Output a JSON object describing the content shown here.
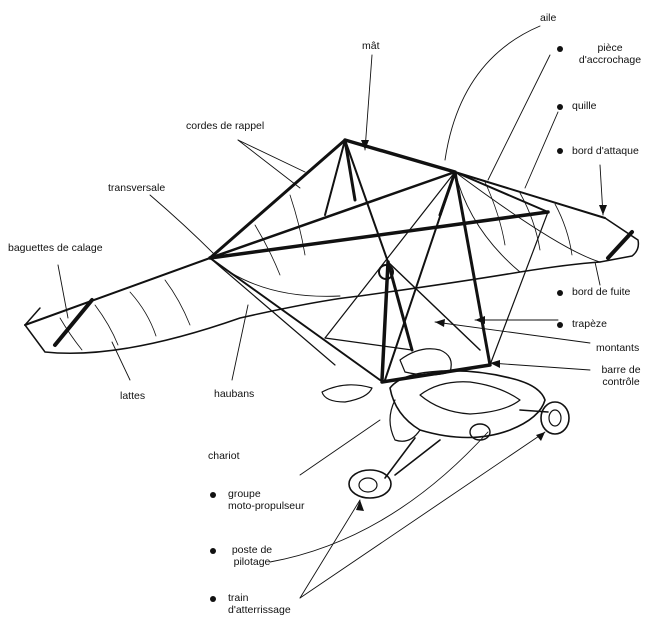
{
  "labels": {
    "aile": "aile",
    "mat": "mât",
    "piece_line1": "pièce",
    "piece_line2": "d'accrochage",
    "quille": "quille",
    "cordes": "cordes de rappel",
    "bord_attaque": "bord d'attaque",
    "transversale": "transversale",
    "baguettes": "baguettes de calage",
    "bord_fuite": "bord de fuite",
    "trapeze": "trapèze",
    "montants": "montants",
    "barre_line1": "barre de",
    "barre_line2": "contrôle",
    "lattes": "lattes",
    "haubans": "haubans",
    "chariot": "chariot",
    "groupe_line1": "groupe",
    "groupe_line2": "moto-propulseur",
    "poste_line1": "poste de",
    "poste_line2": "pilotage",
    "train_line1": "train",
    "train_line2": "d'atterrissage"
  },
  "colors": {
    "ink": "#111111",
    "paper": "#ffffff"
  }
}
